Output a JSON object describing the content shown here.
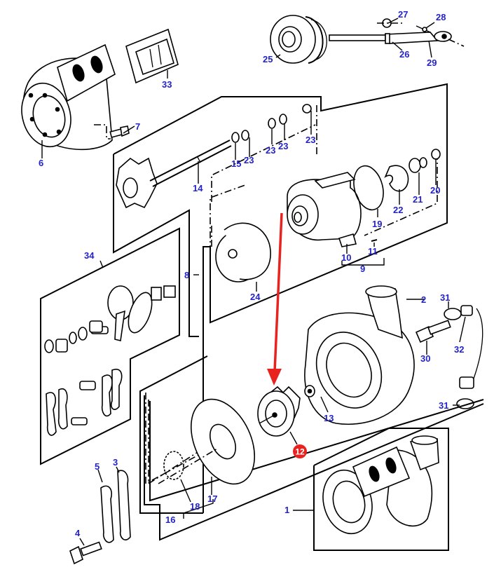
{
  "diagram": {
    "title": "Turbocharger exploded parts diagram",
    "label_color": "#2323c8",
    "highlight_color": "#e8221e",
    "highlighted_part": "12",
    "callouts": [
      {
        "id": "c1",
        "text": "1",
        "part": "turbocharger-assembly"
      },
      {
        "id": "c2",
        "text": "2",
        "part": "compressor-housing"
      },
      {
        "id": "c3",
        "text": "3",
        "part": "lock-plate"
      },
      {
        "id": "c4",
        "text": "4",
        "part": "bolt"
      },
      {
        "id": "c5",
        "text": "5",
        "part": "lock-plate"
      },
      {
        "id": "c6",
        "text": "6",
        "part": "turbine-housing"
      },
      {
        "id": "c7",
        "text": "7",
        "part": "bolt"
      },
      {
        "id": "c8",
        "text": "8",
        "part": "cartridge-assembly"
      },
      {
        "id": "c9",
        "text": "9",
        "part": "bearing-housing-kit"
      },
      {
        "id": "c10",
        "text": "10",
        "part": "bearing-housing"
      },
      {
        "id": "c11",
        "text": "11",
        "part": "pin"
      },
      {
        "id": "c12",
        "text": "12",
        "part": "compressor-wheel"
      },
      {
        "id": "c13",
        "text": "13",
        "part": "nut"
      },
      {
        "id": "c14",
        "text": "14",
        "part": "turbine-wheel-shaft"
      },
      {
        "id": "c15",
        "text": "15",
        "part": "seal-ring"
      },
      {
        "id": "c16",
        "text": "16",
        "part": "backplate-kit"
      },
      {
        "id": "c17",
        "text": "17",
        "part": "backplate"
      },
      {
        "id": "c18",
        "text": "18",
        "part": "retaining-ring"
      },
      {
        "id": "c19",
        "text": "19",
        "part": "o-ring"
      },
      {
        "id": "c20",
        "text": "20",
        "part": "seal-ring"
      },
      {
        "id": "c21",
        "text": "21",
        "part": "thrust-collar"
      },
      {
        "id": "c22",
        "text": "22",
        "part": "thrust-bearing"
      },
      {
        "id": "c23a",
        "text": "23",
        "part": "seal-ring"
      },
      {
        "id": "c23b",
        "text": "23",
        "part": "seal-ring"
      },
      {
        "id": "c23c",
        "text": "23",
        "part": "seal-ring"
      },
      {
        "id": "c23d",
        "text": "23",
        "part": "seal-ring"
      },
      {
        "id": "c24",
        "text": "24",
        "part": "heat-shield"
      },
      {
        "id": "c25",
        "text": "25",
        "part": "wastegate-actuator"
      },
      {
        "id": "c26",
        "text": "26",
        "part": "clip"
      },
      {
        "id": "c27",
        "text": "27",
        "part": "nut"
      },
      {
        "id": "c28",
        "text": "28",
        "part": "circlip"
      },
      {
        "id": "c29",
        "text": "29",
        "part": "rod-end"
      },
      {
        "id": "c30",
        "text": "30",
        "part": "adapter"
      },
      {
        "id": "c31a",
        "text": "31",
        "part": "hose-clamp"
      },
      {
        "id": "c31b",
        "text": "31",
        "part": "hose-clamp"
      },
      {
        "id": "c32",
        "text": "32",
        "part": "hose"
      },
      {
        "id": "c33",
        "text": "33",
        "part": "gasket"
      },
      {
        "id": "c34",
        "text": "34",
        "part": "repair-kit"
      }
    ]
  }
}
